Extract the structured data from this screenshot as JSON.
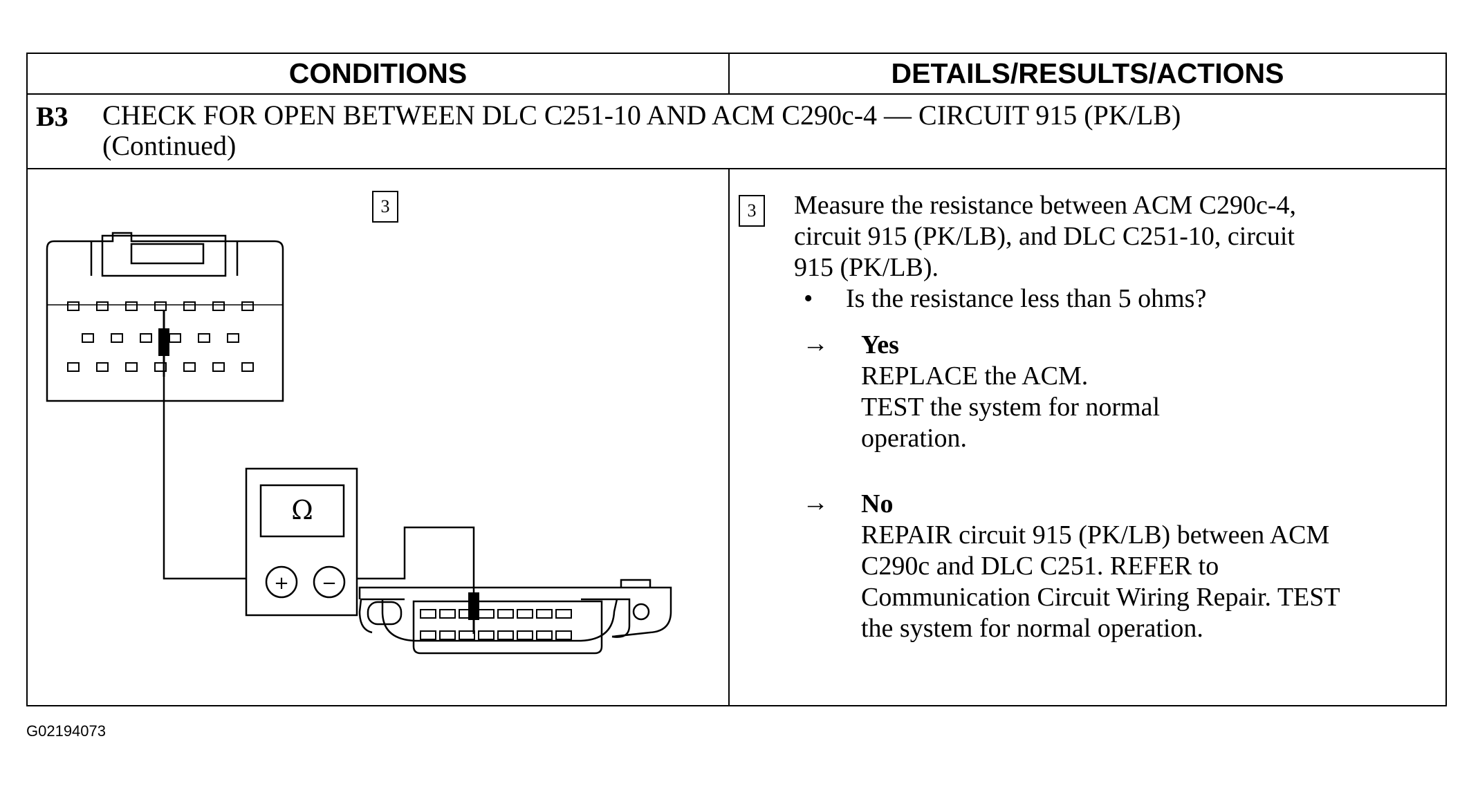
{
  "header": {
    "conditions": "CONDITIONS",
    "details": "DETAILS/RESULTS/ACTIONS"
  },
  "step": {
    "id": "B3",
    "title_line1": "CHECK FOR OPEN BETWEEN DLC C251-10 AND ACM C290c-4 — CIRCUIT 915 (PK/LB)",
    "title_line2": "(Continued)"
  },
  "diagram": {
    "step_number": "3",
    "meter_symbol": "Ω",
    "plus": "+",
    "minus": "−",
    "icons": [
      "acm-connector-icon",
      "ohmmeter-icon",
      "dlc-connector-icon"
    ]
  },
  "details": {
    "step_number": "3",
    "instruction_lines": [
      "Measure the resistance between ACM C290c-4,",
      "circuit 915 (PK/LB), and DLC C251-10, circuit",
      "915 (PK/LB)."
    ],
    "bullet": "•",
    "question": "Is the resistance less than 5 ohms?",
    "arrow": "→",
    "yes_label": "Yes",
    "yes_lines": [
      "REPLACE the ACM.",
      "TEST the system for normal",
      "operation."
    ],
    "no_label": "No",
    "no_lines": [
      "REPAIR circuit 915 (PK/LB) between ACM",
      "C290c and DLC C251. REFER to",
      "Communication Circuit Wiring Repair. TEST",
      "the system for normal operation."
    ]
  },
  "footer": {
    "code": "G02194073"
  }
}
